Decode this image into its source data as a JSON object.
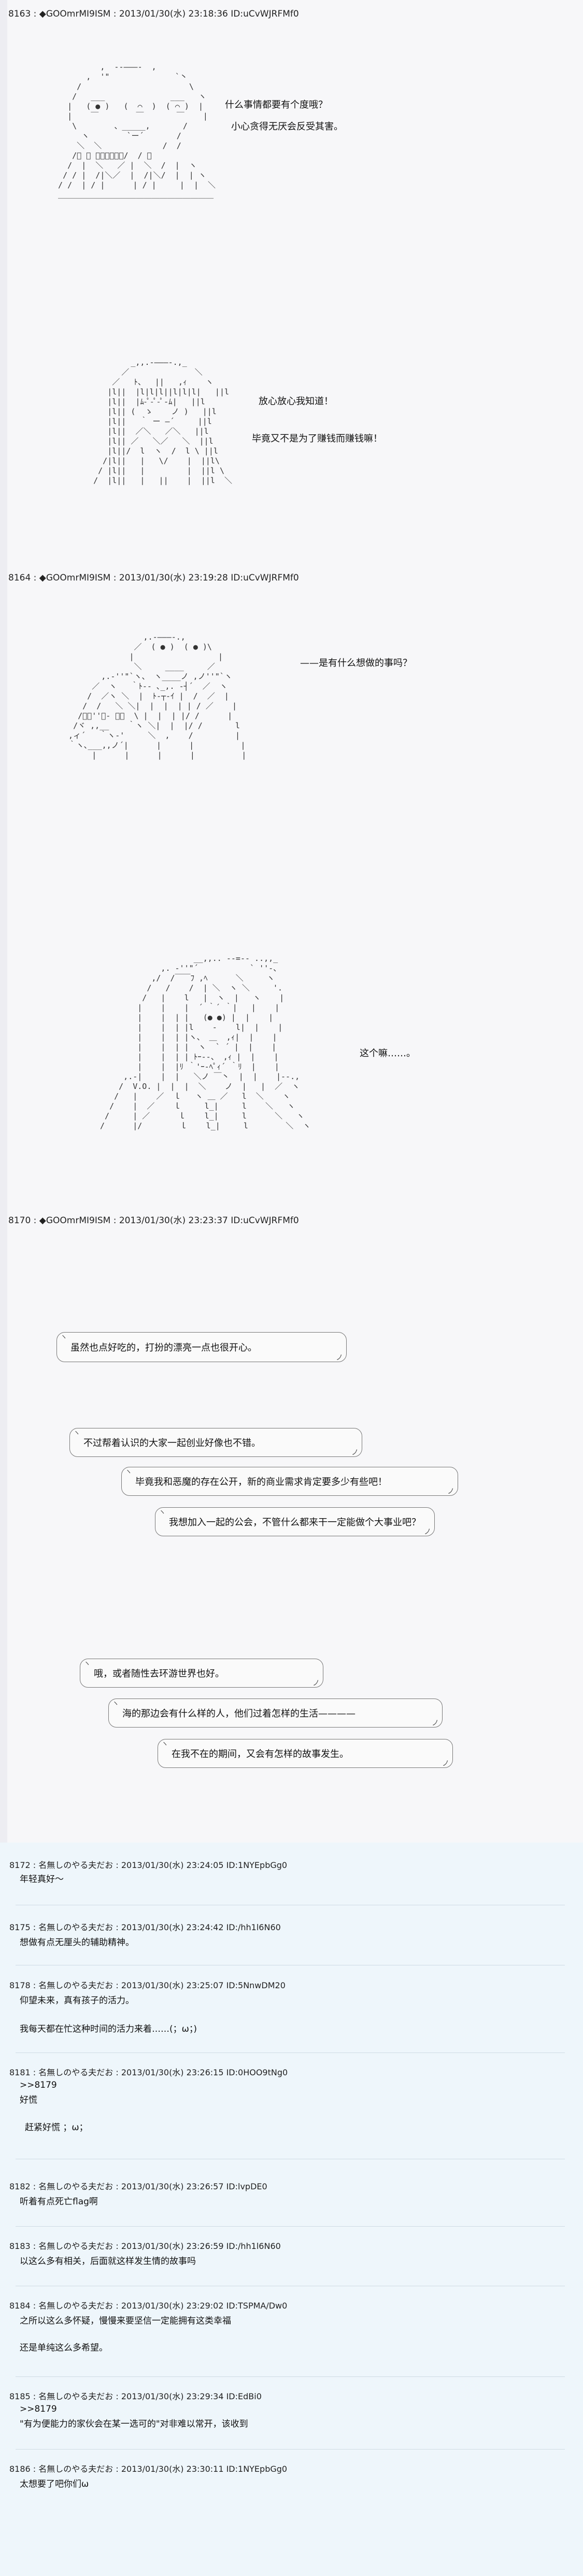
{
  "posts": [
    {
      "header": "8163 : ◆GOOmrMI9ISM : 2013/01/30(水) 23:18:36 ID:uCvWJRFMf0",
      "lines": [
        "什么事情都要有个度哦？",
        "小心贪得无厌会反受其害。",
        "放心放心我知道！",
        "毕竟又不是为了赚钱而赚钱嘛！"
      ]
    },
    {
      "header": "8164 : ◆GOOmrMI9ISM : 2013/01/30(水) 23:19:28 ID:uCvWJRFMf0",
      "lines": [
        "——是有什么想做的事吗？",
        "这个嘛……。"
      ]
    },
    {
      "header": "8170 : ◆GOOmrMI9ISM : 2013/01/30(水) 23:23:37 ID:uCvWJRFMf0",
      "bubbles": [
        "虽然也点好吃的，打扮的漂亮一点也很开心。",
        "不过帮着认识的大家一起创业好像也不错。",
        "毕竟我和恶魔的存在公开，新的商业需求肯定要多少有些吧！",
        "我想加入一起的公会，不管什么都来干一定能做个大事业吧？",
        "哦，或者随性去环游世界也好。",
        "海的那边会有什么样的人，他们过着怎样的生活————",
        "在我不在的期间，又会有怎样的故事发生。"
      ]
    }
  ],
  "replies": [
    {
      "header": "8172 : 名無しのやる夫だお : 2013/01/30(水) 23:24:05 ID:1NYEpbGg0",
      "body": [
        "年轻真好～"
      ]
    },
    {
      "header": "8175 : 名無しのやる夫だお : 2013/01/30(水) 23:24:42 ID:/hh1l6N60",
      "body": [
        "想做有点无厘头的辅助精神。"
      ]
    },
    {
      "header": "8178 : 名無しのやる夫だお : 2013/01/30(水) 23:25:07 ID:5NnwDM20",
      "body": [
        "仰望未来，真有孩子的活力。",
        "",
        "我每天都在忙这种时间的活力来着……(；ω；)"
      ]
    },
    {
      "header": "8181 : 名無しのやる夫だお : 2013/01/30(水) 23:26:15 ID:0HOO9tNg0",
      "body": [
        ">>8179",
        "好慌",
        "",
        "赶紧好慌 ；ω；"
      ]
    },
    {
      "header": "8182 : 名無しのやる夫だお : 2013/01/30(水) 23:26:57 ID:lvpDE0",
      "body": [
        "听着有点死亡flag啊"
      ]
    },
    {
      "header": "8183 : 名無しのやる夫だお : 2013/01/30(水) 23:26:59 ID:/hh1l6N60",
      "body": [
        "以这么多有相关，后面就这样发生情的故事吗"
      ]
    },
    {
      "header": "8184 : 名無しのやる夫だお : 2013/01/30(水) 23:29:02 ID:TSPMA/Dw0",
      "body": [
        "之所以这么多怀疑，慢慢来要坚信一定能拥有这类幸福",
        "",
        "还是单纯这么多希望。"
      ]
    },
    {
      "header": "8185 : 名無しのやる夫だお : 2013/01/30(水) 23:29:34 ID:EdBi0",
      "body": [
        ">>8179",
        "\"有为便能力的家伙会在某一选可的\"对非难以常开，该收到"
      ]
    },
    {
      "header": "8186 : 名無しのやる夫だお : 2013/01/30(水) 23:30:11 ID:1NYEpbGg0",
      "body": [
        "太想要了吧你们ω"
      ]
    }
  ]
}
